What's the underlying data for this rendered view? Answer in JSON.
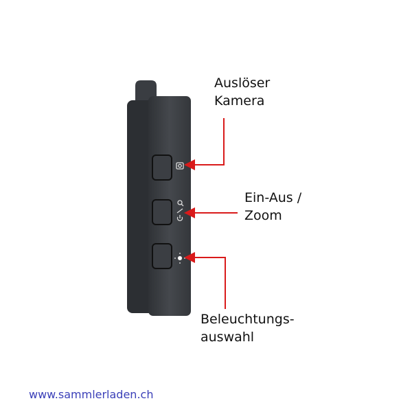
{
  "labels": {
    "shutter": [
      "Auslöser",
      "Kamera"
    ],
    "power_zoom": [
      "Ein-Aus /",
      "Zoom"
    ],
    "light": [
      "Beleuchtungs-",
      "auswahl"
    ]
  },
  "footer": {
    "url": "www.sammlerladen.ch"
  },
  "colors": {
    "device": "#3a3d42",
    "arrow": "#d91a1a",
    "url": "#3a3fb8"
  }
}
